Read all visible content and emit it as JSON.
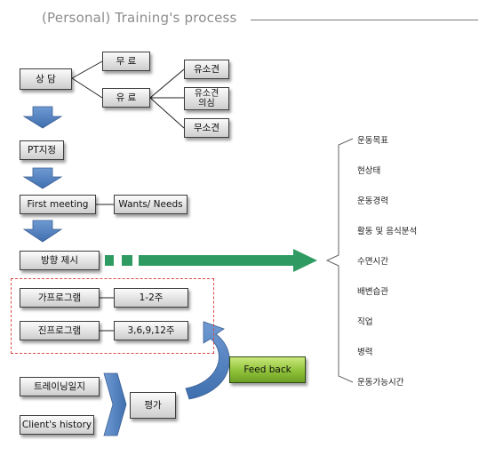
{
  "title": "(Personal)  Training's   process",
  "nodes": {
    "consult": "상 담",
    "free": "무 료",
    "paid": "유 료",
    "has_findings": "유소견",
    "suspected_findings": "유소견\n의심",
    "no_findings": "무소견",
    "pt_assign": "PT지정",
    "first_meeting": "First meeting",
    "wants_needs": "Wants/ Needs",
    "direction": "방향 제시",
    "temp_program": "가프로그램",
    "temp_duration": "1-2주",
    "real_program": "진프로그램",
    "real_duration": "3,6,9,12주",
    "training_log": "트레이닝일지",
    "client_history": "Client's history",
    "evaluation": "평가",
    "feedback": "Feed back"
  },
  "checklist": [
    "운동목표",
    "현상태",
    "운동경력",
    "활동 및 음식분석",
    "수면시간",
    "배변습관",
    "직업",
    "병력",
    "운동가능시간"
  ],
  "colors": {
    "arrow_blue": "#4f81bd",
    "arrow_green": "#2f9b63",
    "dash_red": "#d84a4a",
    "feedback_green": "#8fc23a"
  }
}
